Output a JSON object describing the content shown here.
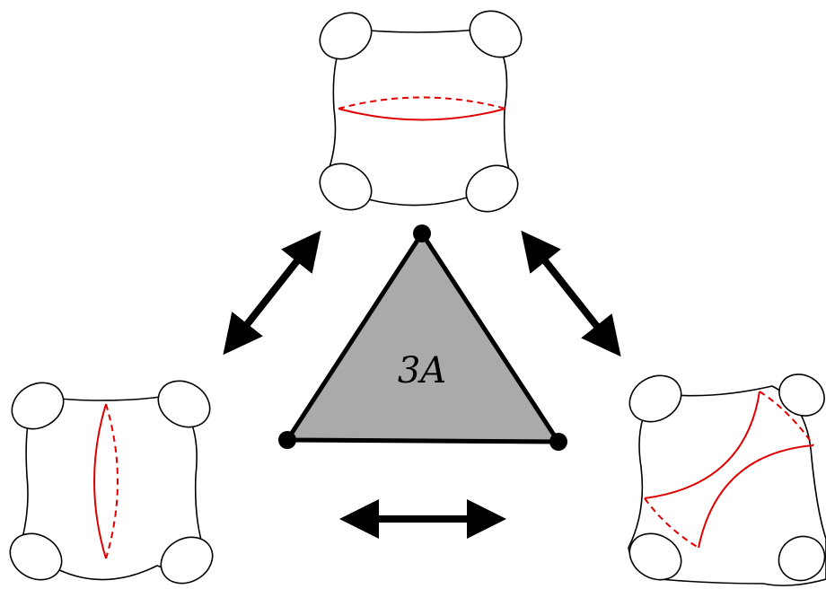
{
  "diagram": {
    "triangle_label": "3A",
    "colors": {
      "triangle_fill": "#aaaaaa",
      "stroke": "#000000",
      "curve": "#e00000"
    },
    "surfaces": [
      {
        "name": "top",
        "curve": "horizontal-separating"
      },
      {
        "name": "left",
        "curve": "vertical-separating"
      },
      {
        "name": "right",
        "curve": "diagonal-pair"
      }
    ],
    "arrows": [
      "top-left-double-arrow",
      "top-right-double-arrow",
      "bottom-double-arrow"
    ]
  }
}
